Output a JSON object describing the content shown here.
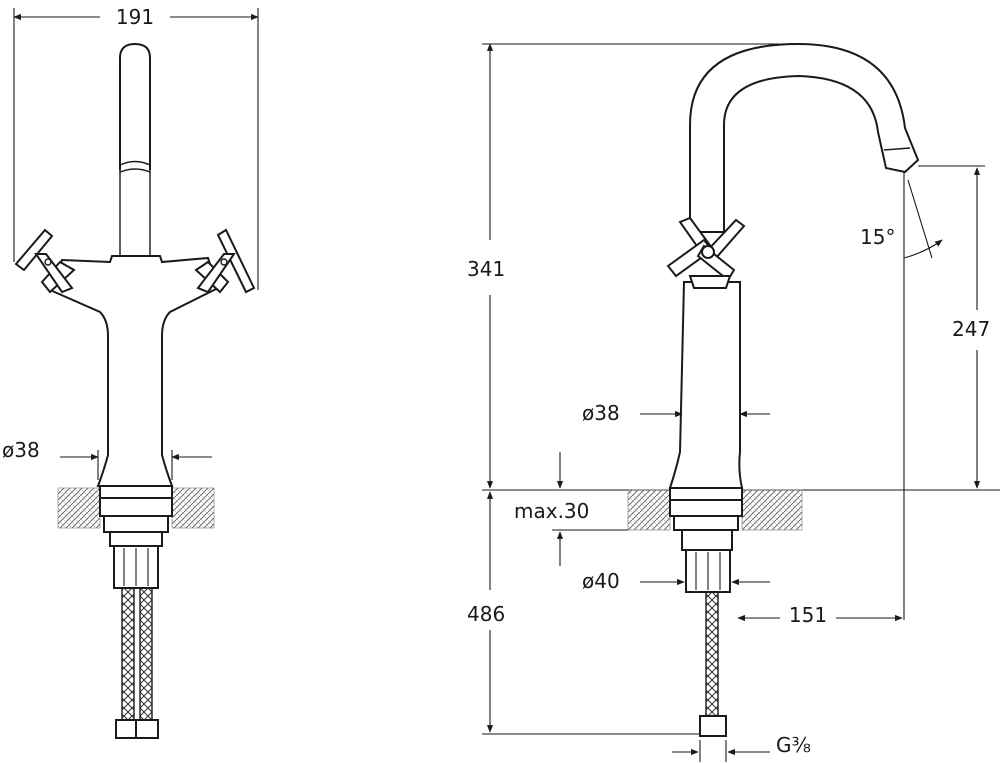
{
  "front_view": {
    "width_label": "191",
    "base_diameter_label": "ø38"
  },
  "side_view": {
    "total_height_label": "341",
    "spout_height_label": "247",
    "spout_angle_label": "15°",
    "body_diameter_label": "ø38",
    "max_deck_label": "max.30",
    "shank_diameter_label": "ø40",
    "hose_length_label": "486",
    "reach_label": "151",
    "connection_label": "G⅜"
  }
}
